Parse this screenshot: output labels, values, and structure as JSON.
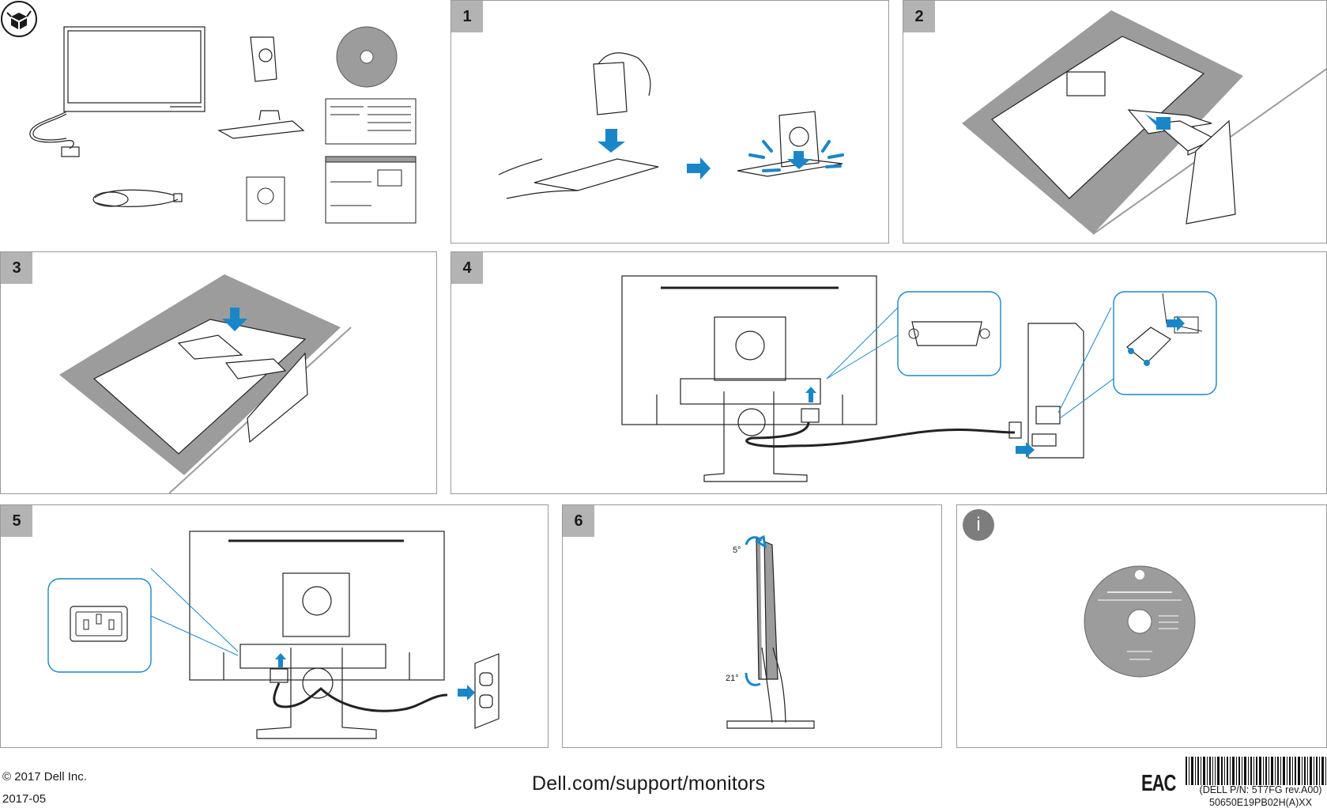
{
  "steps": {
    "s1": "1",
    "s2": "2",
    "s3": "3",
    "s4": "4",
    "s5": "5",
    "s6": "6",
    "info": "i"
  },
  "tilt": {
    "forward": "5°",
    "back": "21°"
  },
  "footer": {
    "copyright": "© 2017 Dell Inc.",
    "date": "2017-05",
    "website": "Dell.com/support/monitors",
    "eac": "EAC",
    "part_number": "(DELL P/N: 5T7FG rev.A00)",
    "code": "50650E19PB02H(A)XX"
  },
  "colors": {
    "accent": "#1a86c8",
    "panel_border": "#9a9a9a",
    "badge": "#b3b3b3",
    "table_gray": "#9c9c9c"
  }
}
